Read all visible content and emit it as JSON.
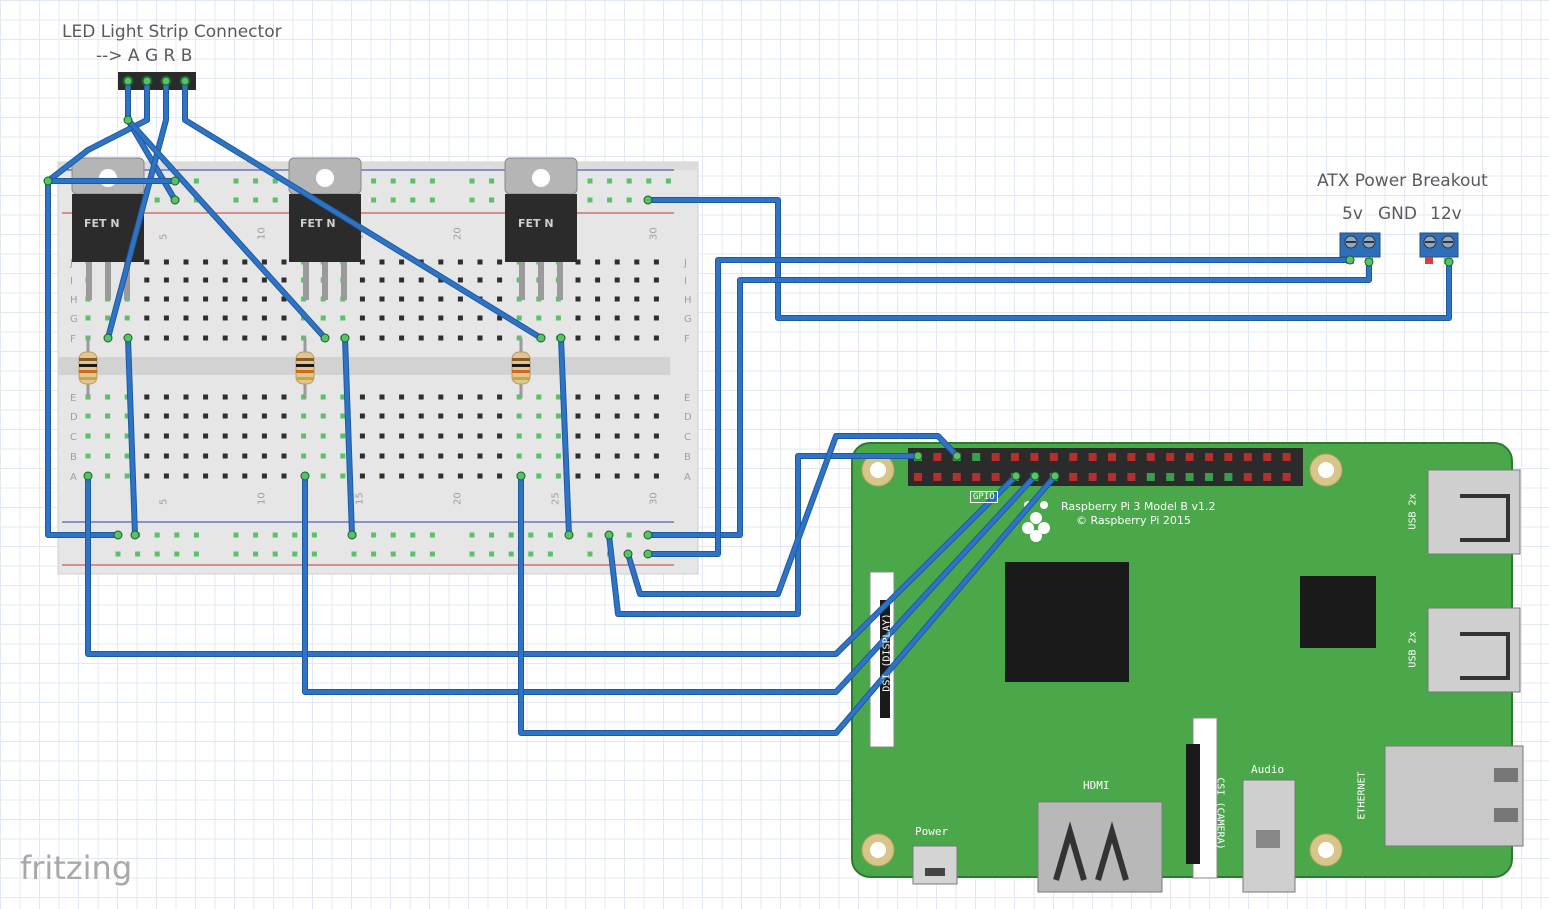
{
  "led_connector": {
    "title": "LED Light Strip Connector",
    "pinout": "--> A G R B"
  },
  "atx": {
    "title": "ATX Power Breakout",
    "labels": [
      "5v",
      "GND",
      "12v"
    ]
  },
  "breadboard": {
    "column_numbers": [
      "5",
      "10",
      "15",
      "20",
      "25",
      "30"
    ],
    "row_letters_top": [
      "J",
      "I",
      "H",
      "G",
      "F"
    ],
    "row_letters_bottom": [
      "E",
      "D",
      "C",
      "B",
      "A"
    ]
  },
  "mosfets": [
    {
      "label": "FET N"
    },
    {
      "label": "FET N"
    },
    {
      "label": "FET N"
    }
  ],
  "raspberry_pi": {
    "model": "Raspberry Pi 3 Model B v1.2",
    "copyright": "© Raspberry Pi 2015",
    "gpio_label": "GPIO",
    "dsi_label": "DSI (DISPLAY)",
    "csi_label": "CSI (CAMERA)",
    "hdmi_label": "HDMI",
    "audio_label": "Audio",
    "power_label": "Power",
    "ethernet_label": "ETHERNET",
    "usb_labels": [
      "USB 2x",
      "USB 2x"
    ]
  },
  "brand": "fritzing",
  "colors": {
    "wire": "#2f73c4",
    "wire_dark": "#1e5aa3",
    "pi_board": "#4aa84a",
    "pi_edge": "#2d7a2d",
    "breadboard": "#e9e9e9",
    "hole": "#2e2e2e",
    "hole_active": "#58c266",
    "rail_red": "#c23b3b",
    "rail_blue": "#2f3fa8",
    "gpio_red": "#b4302a",
    "gpio_green": "#38a04a"
  }
}
